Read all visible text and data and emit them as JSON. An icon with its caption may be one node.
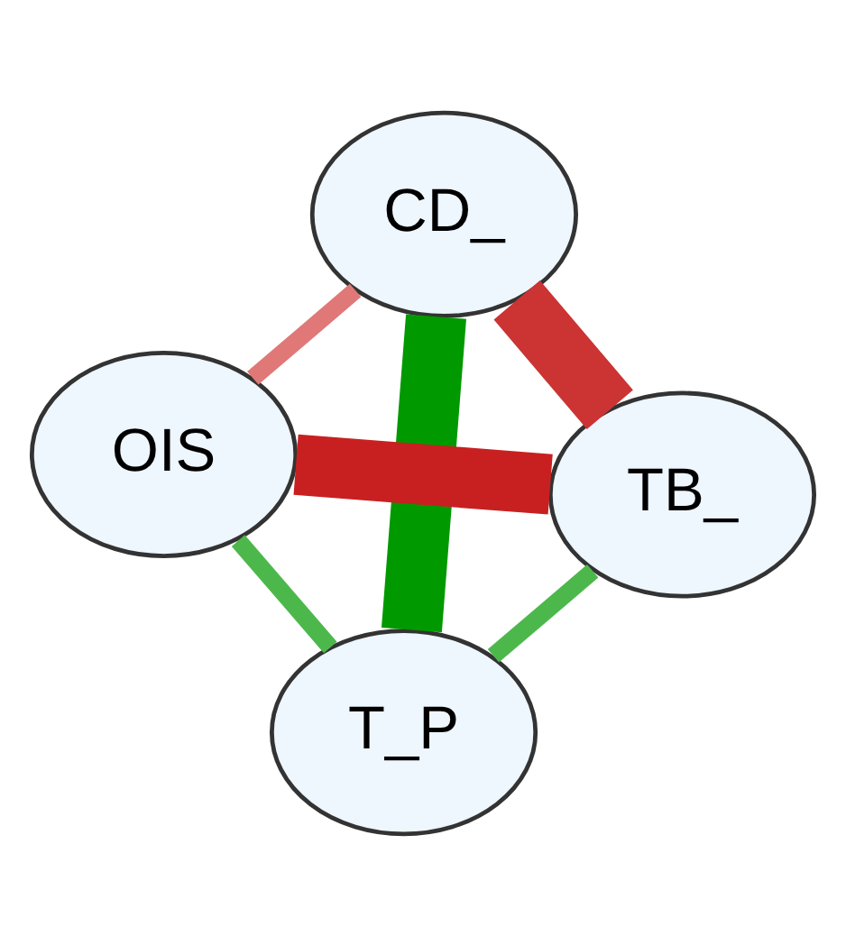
{
  "diagram": {
    "nodes": [
      {
        "text": [
          "CD_"
        ]
      },
      {
        "text": [
          "T_P"
        ]
      },
      {
        "text": [
          "TB_"
        ]
      },
      {
        "text": [
          "OIS"
        ]
      }
    ],
    "edges": [
      {
        "from": 1,
        "to": 0,
        "arrow": "none",
        "style": "thick",
        "color": "#009900"
      },
      {
        "from": 0,
        "to": 3,
        "arrow": "none",
        "color": "#e07878"
      },
      {
        "from": 0,
        "to": 2,
        "arrow": "none",
        "style": "thick",
        "color": "#cc3333"
      },
      {
        "from": 1,
        "to": 2,
        "arrow": "none",
        "color": "#4cb84c"
      },
      {
        "from": 1,
        "to": 3,
        "arrow": "none",
        "color": "#4cb84c"
      },
      {
        "from": 3,
        "to": 2,
        "arrow": "none",
        "style": "thick",
        "color": "#c82020"
      }
    ]
  }
}
